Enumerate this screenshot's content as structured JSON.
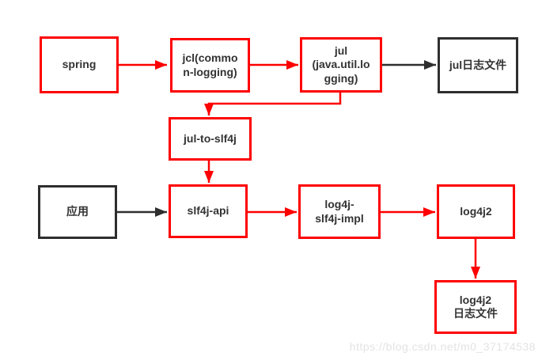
{
  "colors": {
    "red": "#fe0000",
    "dark": "#2e2e2e",
    "text": "#333333",
    "watermark": "#e3e3e3",
    "background": "#ffffff"
  },
  "nodes": {
    "spring": {
      "label": "spring"
    },
    "jcl": {
      "label": "jcl(commo\nn-logging)"
    },
    "jul": {
      "label": "jul\n(java.util.lo\ngging)"
    },
    "jul_log_file": {
      "label": "jul日志文件"
    },
    "jul_to_slf4j": {
      "label": "jul-to-slf4j"
    },
    "app": {
      "label": "应用"
    },
    "slf4j_api": {
      "label": "slf4j-api"
    },
    "log4j_slf4j_impl": {
      "label": "log4j-\nslf4j-impl"
    },
    "log4j2": {
      "label": "log4j2"
    },
    "log4j2_log_file": {
      "label": "log4j2\n日志文件"
    }
  },
  "edges": [
    {
      "from": "spring",
      "to": "jcl",
      "color": "red"
    },
    {
      "from": "jcl",
      "to": "jul",
      "color": "red"
    },
    {
      "from": "jul",
      "to": "jul_log_file",
      "color": "dark"
    },
    {
      "from": "jul",
      "to": "jul_to_slf4j",
      "color": "red"
    },
    {
      "from": "jul_to_slf4j",
      "to": "slf4j_api",
      "color": "red"
    },
    {
      "from": "app",
      "to": "slf4j_api",
      "color": "dark"
    },
    {
      "from": "slf4j_api",
      "to": "log4j_slf4j_impl",
      "color": "red"
    },
    {
      "from": "log4j_slf4j_impl",
      "to": "log4j2",
      "color": "red"
    },
    {
      "from": "log4j2",
      "to": "log4j2_log_file",
      "color": "red"
    }
  ],
  "watermark": {
    "text": "https://blog.csdn.net/m0_37174538"
  }
}
